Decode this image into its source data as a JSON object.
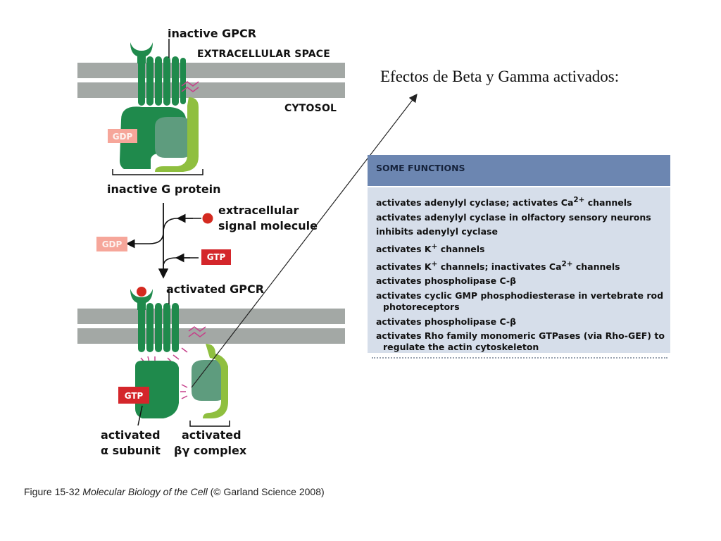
{
  "diagram": {
    "labels": {
      "inactive_gpcr": "inactive GPCR",
      "extracellular_space": "EXTRACELLULAR SPACE",
      "cytosol": "CYTOSOL",
      "inactive_g_protein": "inactive G protein",
      "extracellular_signal_line1": "extracellular",
      "extracellular_signal_line2": "signal molecule",
      "activated_gpcr": "activated GPCR",
      "activated_alpha_line1": "activated",
      "activated_alpha_line2": "α subunit",
      "activated_bg_line1": "activated",
      "activated_bg_line2": "βγ complex"
    },
    "badges": {
      "gdp_top": "GDP",
      "gdp_released": "GDP",
      "gtp_incoming": "GTP",
      "gtp_bound": "GTP"
    }
  },
  "heading": "Efectos de Beta y Gamma activados:",
  "functions_table": {
    "header": "SOME FUNCTIONS",
    "rows": [
      {
        "main": "activates adenylyl cyclase; activates Ca",
        "sup": "2+",
        "tail": " channels"
      },
      {
        "main": "activates adenylyl cyclase in olfactory sensory neurons"
      },
      {
        "main": "inhibits adenylyl cyclase"
      },
      {
        "main": "activates K",
        "sup": "+",
        "tail": " channels"
      },
      {
        "main": "activates K",
        "sup": "+",
        "tail": " channels; inactivates Ca",
        "sup2": "2+",
        "tail2": " channels"
      },
      {
        "main": "activates phospholipase C-β"
      },
      {
        "main": "activates cyclic GMP phosphodiesterase in vertebrate rod",
        "cont": "photoreceptors"
      },
      {
        "main": "activates phospholipase C-β"
      },
      {
        "main": "activates Rho family monomeric GTPases (via Rho-GEF) to",
        "cont": "regulate the actin cytoskeleton"
      }
    ]
  },
  "caption": {
    "prefix": "Figure 15-32 ",
    "title": "Molecular Biology of the Cell",
    "suffix": " (© Garland Science 2008)"
  },
  "colors": {
    "membrane": "#a3a8a5",
    "gpcr_green": "#1f8a4c",
    "beta_gray_green": "#5e9c7e",
    "gamma_light_green": "#8fbf3f",
    "gdp_badge": "#f6a69a",
    "gtp_badge": "#d4262b",
    "ligand_red": "#d42a20",
    "table_header": "#6c86b1",
    "table_body": "#d6deea"
  }
}
